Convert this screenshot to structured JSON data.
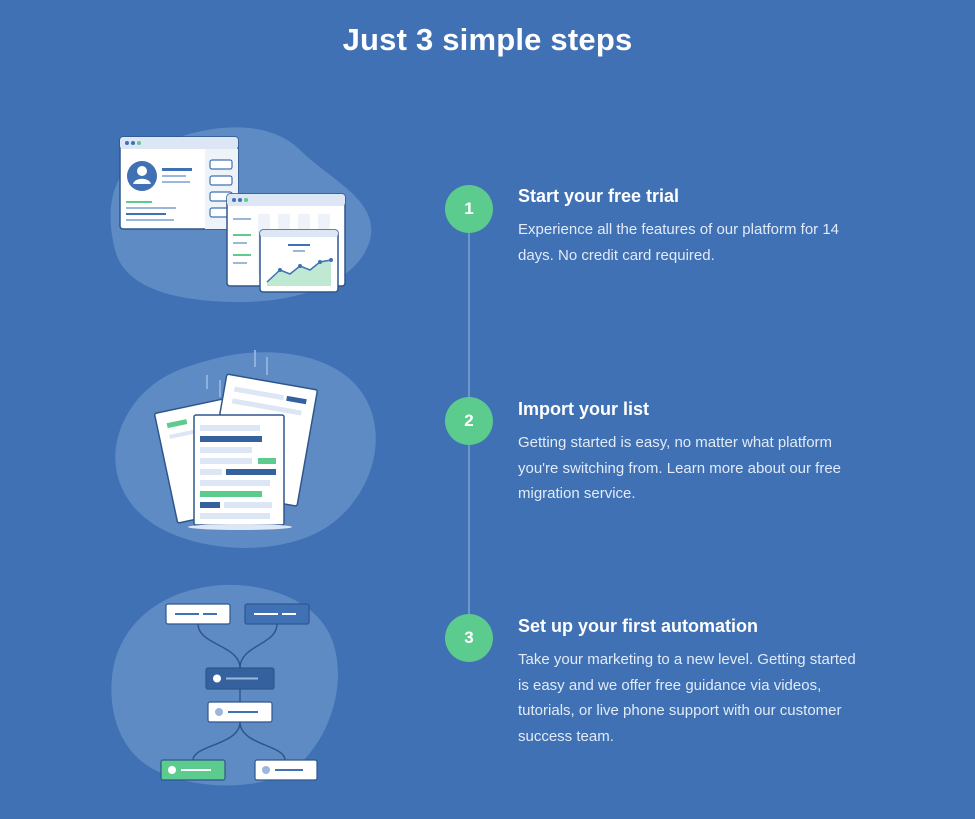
{
  "header": {
    "title": "Just 3 simple steps"
  },
  "steps": [
    {
      "number": "1",
      "title": "Start your free trial",
      "description": "Experience all the features of our platform for 14 days. No credit card required.",
      "illustration": "dashboard-windows-illustration"
    },
    {
      "number": "2",
      "title": "Import your list",
      "description": "Getting started is easy, no matter what platform you're switching from. Learn more about our free migration service.",
      "illustration": "document-stack-illustration"
    },
    {
      "number": "3",
      "title": "Set up your first automation",
      "description": "Take your marketing to a new level. Getting started is easy and we offer free guidance via videos, tutorials, or live phone support with our customer success team.",
      "illustration": "automation-flow-illustration"
    }
  ],
  "colors": {
    "background": "#3f71b4",
    "accent_green": "#5ccb8e",
    "blob": "#5f8bc5",
    "dark_blue": "#35619e"
  }
}
